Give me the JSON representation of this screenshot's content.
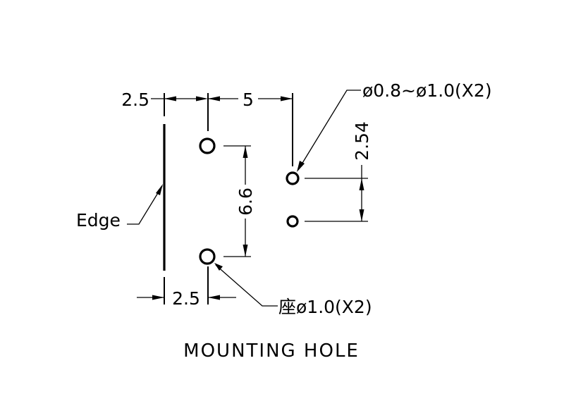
{
  "drawing": {
    "title": "MOUNTING HOLE",
    "dimensions": {
      "edge_to_row_top": "2.5",
      "row_spacing": "5",
      "vertical_pitch_left": "6.6",
      "vertical_pitch_right": "2.54",
      "edge_to_row_bottom": "2.5"
    },
    "callouts": {
      "edge": "Edge",
      "small_holes": "ø0.8~ø1.0(X2)",
      "seat_holes": "座ø1.0(X2)"
    }
  }
}
